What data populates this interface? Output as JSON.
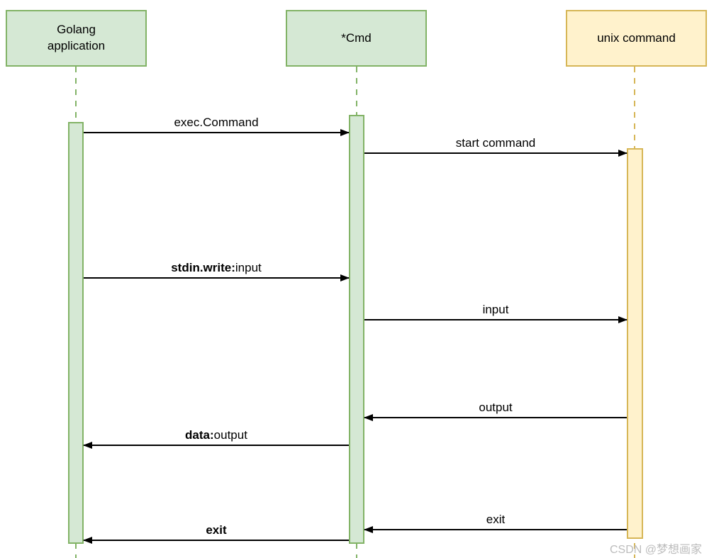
{
  "diagram_type": "sequence",
  "actors": [
    {
      "id": "golang-application",
      "label": "Golang\napplication",
      "theme": "green"
    },
    {
      "id": "cmd",
      "label": "*Cmd",
      "theme": "green"
    },
    {
      "id": "unix-command",
      "label": "unix command",
      "theme": "yellow"
    }
  ],
  "messages": [
    {
      "label_bold": "",
      "label": "exec.Command",
      "from": "golang-application",
      "to": "cmd",
      "direction": "right"
    },
    {
      "label_bold": "",
      "label": "start command",
      "from": "cmd",
      "to": "unix-command",
      "direction": "right"
    },
    {
      "label_bold": "stdin.write:",
      "label": "input",
      "from": "golang-application",
      "to": "cmd",
      "direction": "right"
    },
    {
      "label_bold": "",
      "label": "input",
      "from": "cmd",
      "to": "unix-command",
      "direction": "right"
    },
    {
      "label_bold": "",
      "label": "output",
      "from": "unix-command",
      "to": "cmd",
      "direction": "left"
    },
    {
      "label_bold": "data:",
      "label": "output",
      "from": "cmd",
      "to": "golang-application",
      "direction": "left"
    },
    {
      "label_bold": "",
      "label": "exit",
      "from": "unix-command",
      "to": "cmd",
      "direction": "left"
    },
    {
      "label_bold": "exit",
      "label": "",
      "from": "cmd",
      "to": "golang-application",
      "direction": "left"
    }
  ],
  "colors": {
    "green_fill": "#d5e8d4",
    "green_stroke": "#82b366",
    "yellow_fill": "#fff2cc",
    "yellow_stroke": "#d6b656",
    "arrow": "#000000",
    "text": "#000000",
    "watermark": "#bcbcbc"
  },
  "watermark": "CSDN @梦想画家"
}
